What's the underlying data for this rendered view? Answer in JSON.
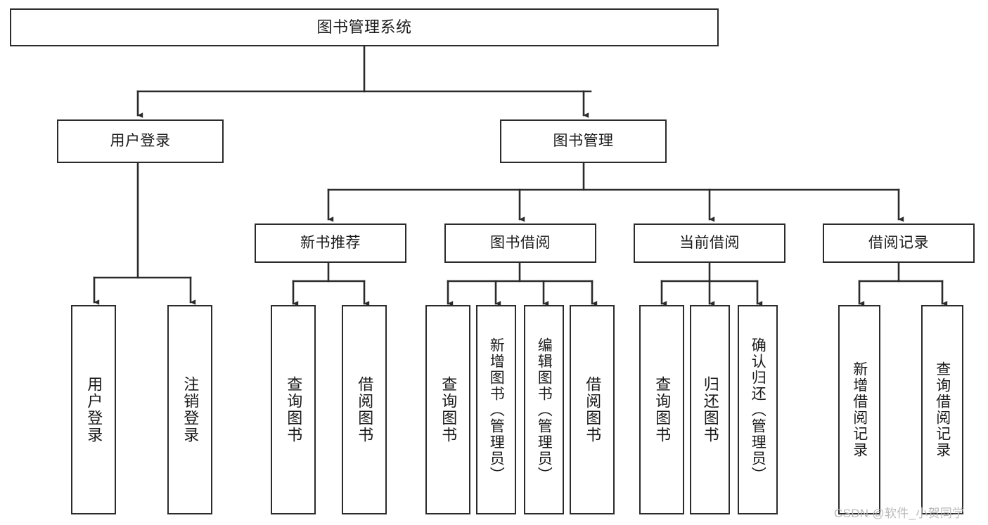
{
  "diagram": {
    "title": "图书管理系统",
    "type": "tree-hierarchy",
    "colors": {
      "stroke": "#2b2b2b",
      "fill": "#ffffff",
      "text": "#1a1a1a",
      "watermark": "#b9b9b9"
    },
    "levels": {
      "root": {
        "label": "图书管理系统"
      },
      "level2": [
        {
          "id": "user-login",
          "label": "用户登录"
        },
        {
          "id": "book-management",
          "label": "图书管理"
        }
      ],
      "level3": [
        {
          "id": "new-book-recommend",
          "label": "新书推荐"
        },
        {
          "id": "book-borrow",
          "label": "图书借阅"
        },
        {
          "id": "current-borrow",
          "label": "当前借阅"
        },
        {
          "id": "borrow-record",
          "label": "借阅记录"
        }
      ],
      "leaves": [
        {
          "id": "leaf-user-login",
          "label": "用户登录",
          "parent": "user-login"
        },
        {
          "id": "leaf-logout-login",
          "label": "注销登录",
          "parent": "user-login"
        },
        {
          "id": "leaf-query-book-1",
          "label": "查询图书",
          "parent": "new-book-recommend"
        },
        {
          "id": "leaf-borrow-book-1",
          "label": "借阅图书",
          "parent": "new-book-recommend"
        },
        {
          "id": "leaf-query-book-2",
          "label": "查询图书",
          "parent": "book-borrow"
        },
        {
          "id": "leaf-add-book",
          "label": "新增图书（管理员）",
          "parent": "book-borrow"
        },
        {
          "id": "leaf-edit-book",
          "label": "编辑图书（管理员）",
          "parent": "book-borrow"
        },
        {
          "id": "leaf-borrow-book-2",
          "label": "借阅图书",
          "parent": "book-borrow"
        },
        {
          "id": "leaf-query-book-3",
          "label": "查询图书",
          "parent": "current-borrow"
        },
        {
          "id": "leaf-return-book",
          "label": "归还图书",
          "parent": "current-borrow"
        },
        {
          "id": "leaf-confirm-return",
          "label": "确认归还（管理员）",
          "parent": "current-borrow"
        },
        {
          "id": "leaf-add-record",
          "label": "新增借阅记录",
          "parent": "borrow-record"
        },
        {
          "id": "leaf-query-record",
          "label": "查询借阅记录",
          "parent": "borrow-record"
        }
      ]
    }
  },
  "watermark": {
    "text": "CSDN @软件_小贺同学"
  }
}
